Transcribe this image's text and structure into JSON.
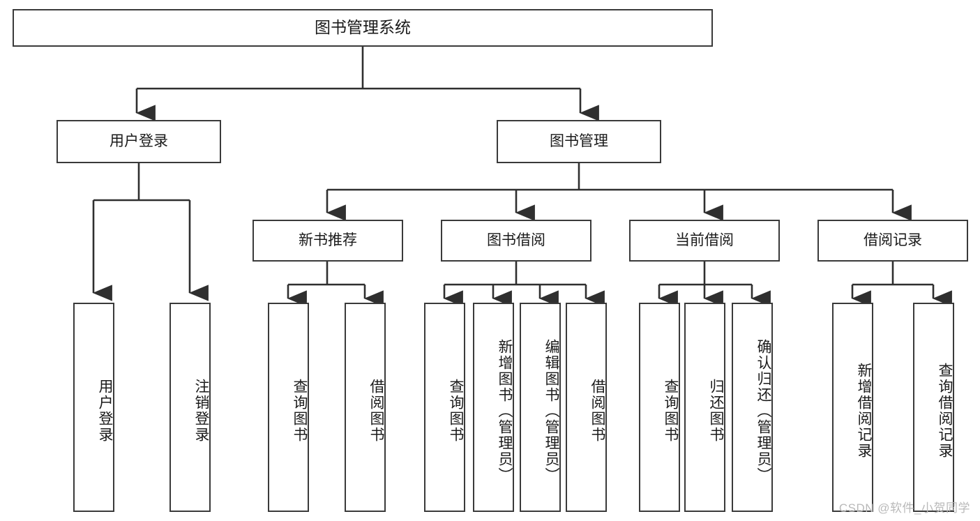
{
  "diagram": {
    "title": "图书管理系统",
    "type": "tree-hierarchy",
    "root": {
      "id": "root",
      "label": "图书管理系统",
      "level": 0
    },
    "level1": [
      {
        "id": "user-login",
        "label": "用户登录",
        "level": 1
      },
      {
        "id": "book-manage",
        "label": "图书管理",
        "level": 1
      }
    ],
    "level2": [
      {
        "id": "new-book-recommend",
        "label": "新书推荐",
        "level": 2,
        "parent": "book-manage"
      },
      {
        "id": "book-borrow",
        "label": "图书借阅",
        "level": 2,
        "parent": "book-manage"
      },
      {
        "id": "current-borrow",
        "label": "当前借阅",
        "level": 2,
        "parent": "book-manage"
      },
      {
        "id": "borrow-record",
        "label": "借阅记录",
        "level": 2,
        "parent": "book-manage"
      }
    ],
    "leaves": [
      {
        "id": "leaf-user-login",
        "label": "用户登录",
        "parent": "user-login"
      },
      {
        "id": "leaf-logout",
        "label": "注销登录",
        "parent": "user-login"
      },
      {
        "id": "leaf-query-book-1",
        "label": "查询图书",
        "parent": "new-book-recommend"
      },
      {
        "id": "leaf-borrow-book-1",
        "label": "借阅图书",
        "parent": "new-book-recommend"
      },
      {
        "id": "leaf-query-book-2",
        "label": "查询图书",
        "parent": "book-borrow"
      },
      {
        "id": "leaf-add-book",
        "label": "新增图书（管理员）",
        "parent": "book-borrow"
      },
      {
        "id": "leaf-edit-book",
        "label": "编辑图书（管理员）",
        "parent": "book-borrow"
      },
      {
        "id": "leaf-borrow-book-2",
        "label": "借阅图书",
        "parent": "book-borrow"
      },
      {
        "id": "leaf-query-book-3",
        "label": "查询图书",
        "parent": "current-borrow"
      },
      {
        "id": "leaf-return-book",
        "label": "归还图书",
        "parent": "current-borrow"
      },
      {
        "id": "leaf-confirm-return",
        "label": "确认归还（管理员）",
        "parent": "current-borrow"
      },
      {
        "id": "leaf-add-record",
        "label": "新增借阅记录",
        "parent": "borrow-record"
      },
      {
        "id": "leaf-query-record",
        "label": "查询借阅记录",
        "parent": "borrow-record"
      }
    ],
    "colors": {
      "stroke": "#3a3a3a",
      "fill": "#ffffff",
      "text": "#1a1a1a",
      "watermark": "#b9b9b9"
    }
  },
  "watermark": {
    "text": "CSDN @软件_小贺同学"
  }
}
